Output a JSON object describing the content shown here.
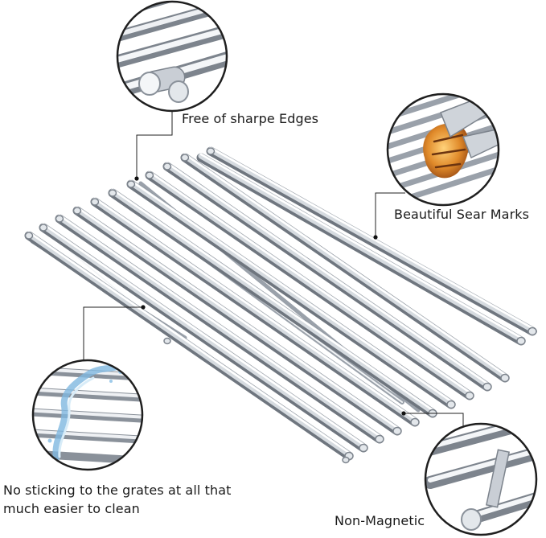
{
  "callouts": {
    "edges": "Free of sharpe Edges",
    "sear": "Beautiful Sear Marks",
    "clean_line1": "No sticking to the grates at all that",
    "clean_line2": "much easier to clean",
    "magnetic": "Non-Magnetic"
  },
  "colors": {
    "background": "#ffffff",
    "steel_light": "#f4f6f8",
    "steel_mid": "#c9ced5",
    "steel_dark": "#7d848d",
    "leader_line": "#222222",
    "text": "#1a1a1a",
    "chicken": "#e0902c",
    "water": "#7fb8e0"
  }
}
